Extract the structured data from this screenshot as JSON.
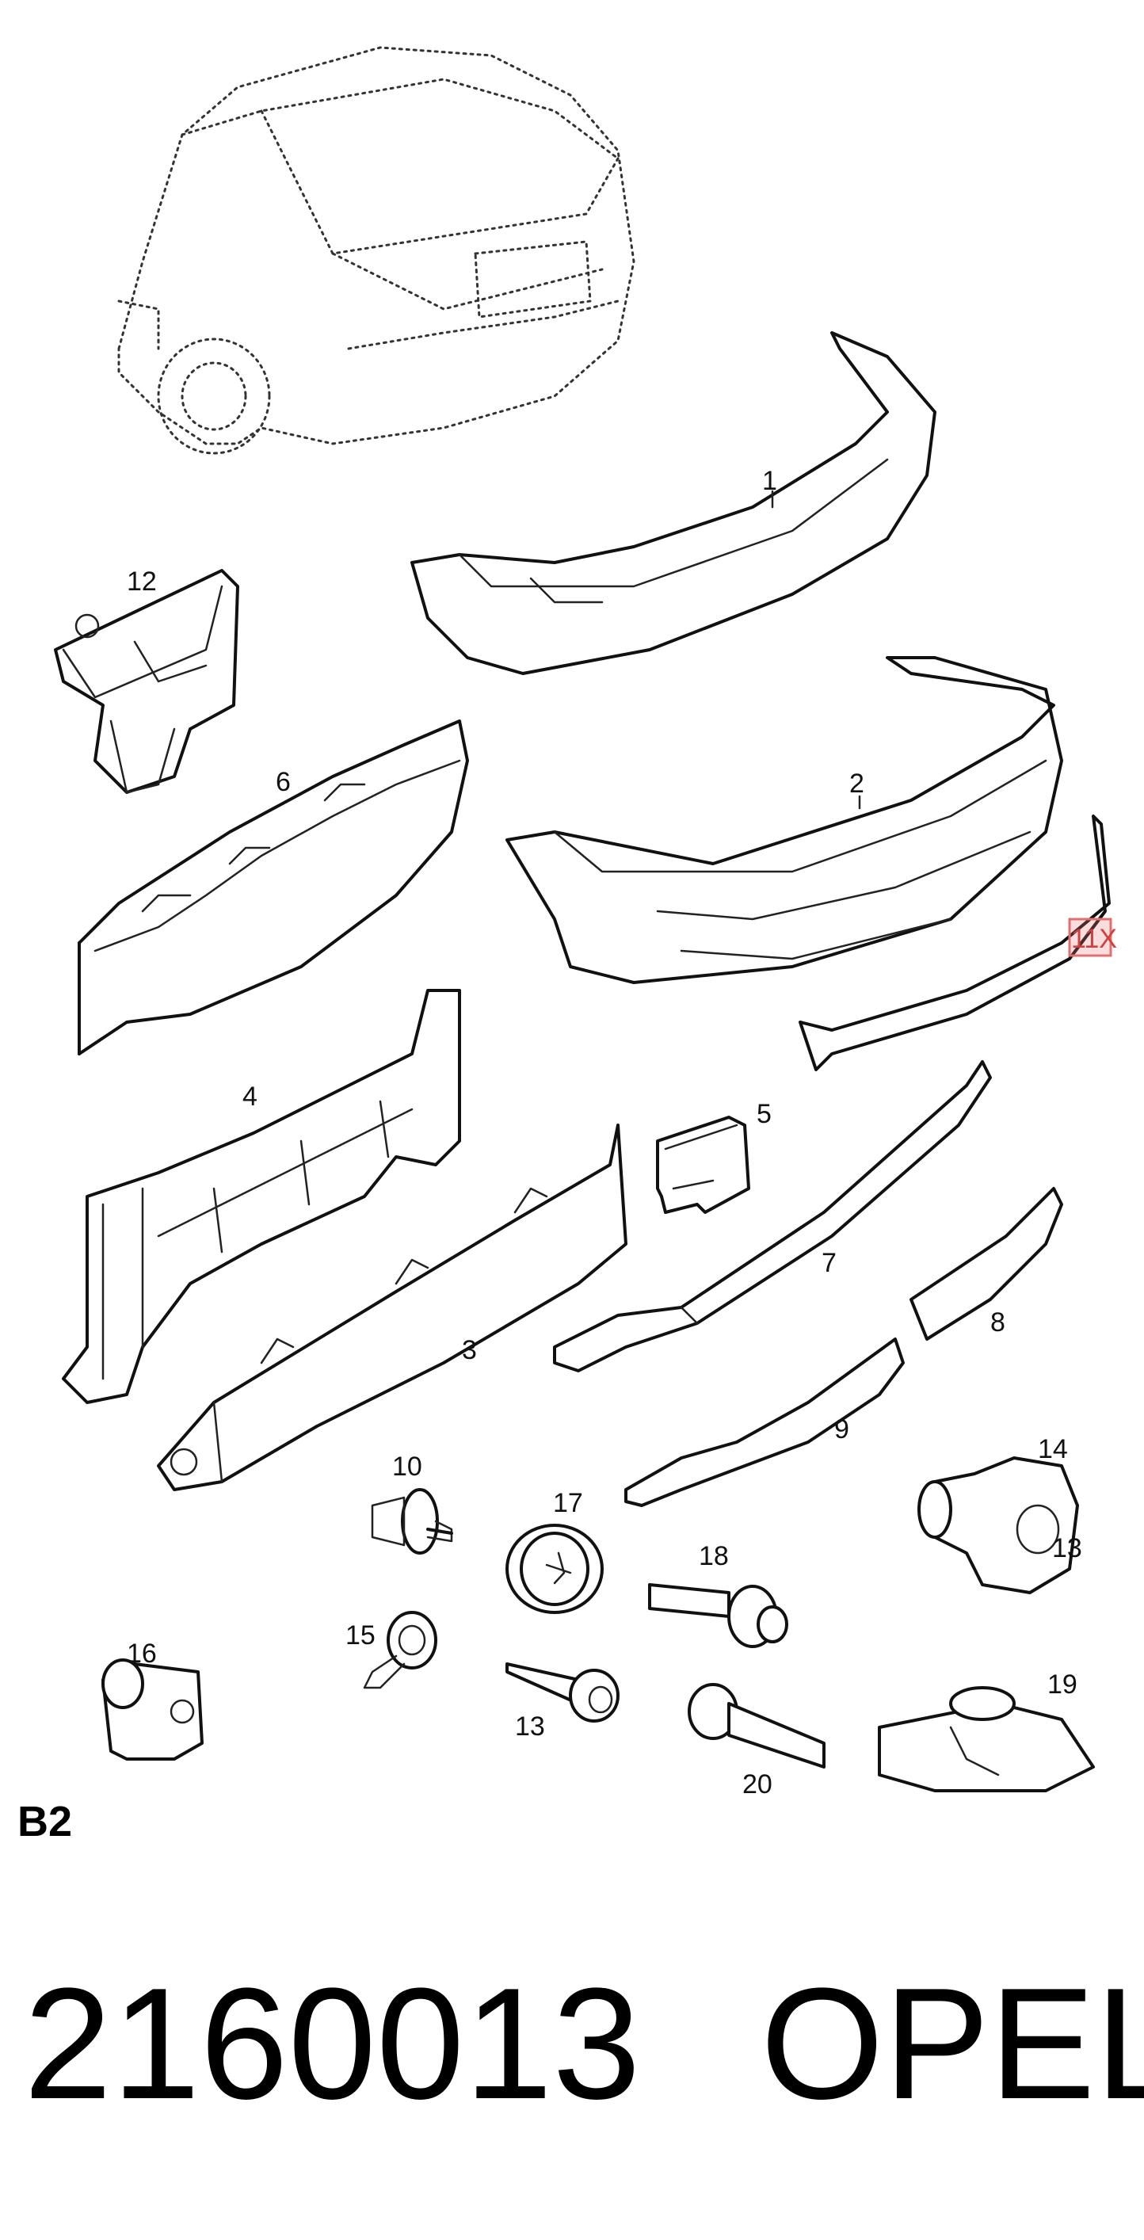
{
  "sheet_label": "B2",
  "part_number": "2160013",
  "brand": "OPEL",
  "quantity_label": "11X",
  "callouts": [
    "1",
    "2",
    "3",
    "4",
    "5",
    "6",
    "7",
    "8",
    "9",
    "10",
    "12",
    "13",
    "14",
    "15",
    "16",
    "17",
    "18",
    "19",
    "20",
    "13"
  ]
}
